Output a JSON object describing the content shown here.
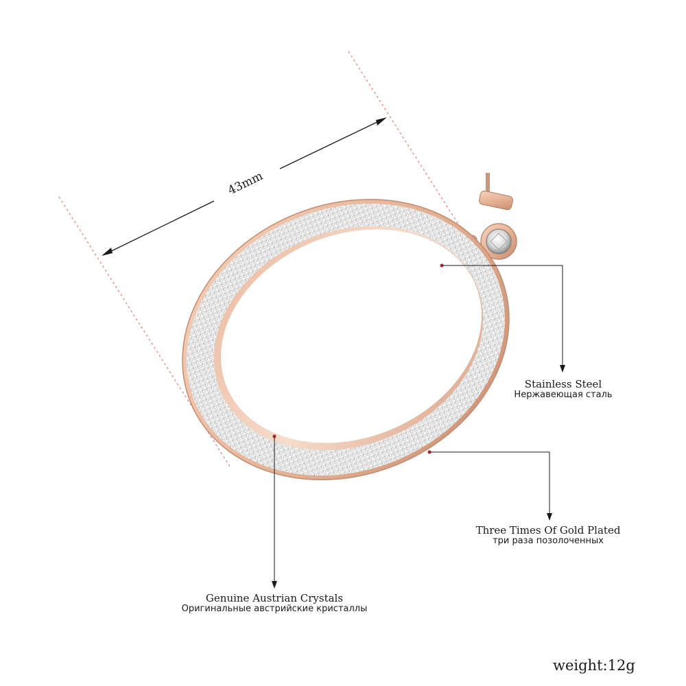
{
  "dimension": {
    "label": "43mm"
  },
  "callouts": {
    "stainless_steel": {
      "en": "Stainless Steel",
      "ru": "Нержавеющая сталь"
    },
    "gold_plated": {
      "en": "Three Times Of Gold Plated",
      "ru": "три раза позолоченных"
    },
    "crystals": {
      "en": "Genuine Austrian Crystals",
      "ru": "Оригинальные австрийские кристаллы"
    }
  },
  "weight": {
    "label": "weight:12g"
  },
  "colors": {
    "rose_gold": "#e8b69a",
    "rose_gold_dark": "#c98d6f",
    "guide_line": "#e07a7a",
    "leader_line": "#1a1a1a",
    "marker_dot": "#b0303a"
  }
}
